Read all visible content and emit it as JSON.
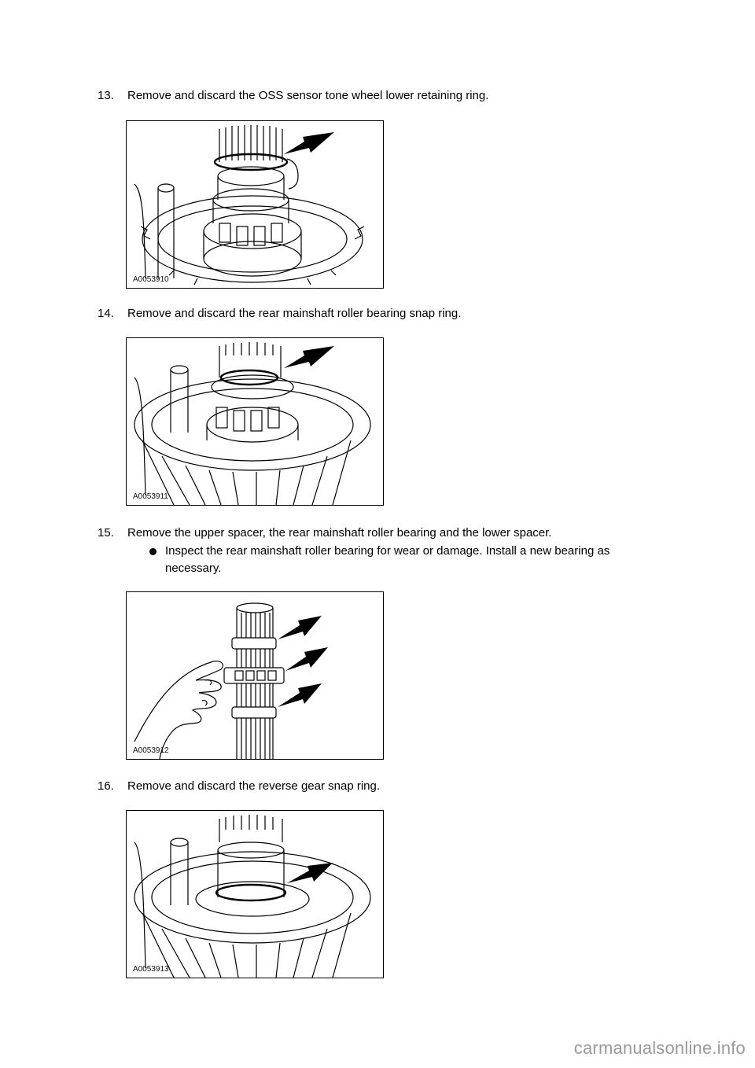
{
  "steps": [
    {
      "number": "13.",
      "text": "Remove and discard the OSS sensor tone wheel lower retaining ring.",
      "figure_label": "A0053910"
    },
    {
      "number": "14.",
      "text": "Remove and discard the rear mainshaft roller bearing snap ring.",
      "figure_label": "A0053911"
    },
    {
      "number": "15.",
      "text": "Remove the upper spacer, the rear mainshaft roller bearing and the lower spacer.",
      "bullet": "Inspect the rear mainshaft roller bearing for wear or damage. Install a new bearing as necessary.",
      "figure_label": "A0053912"
    },
    {
      "number": "16.",
      "text": "Remove and discard the reverse gear snap ring.",
      "figure_label": "A0053913"
    }
  ],
  "watermark": "carmanualsonline.info"
}
